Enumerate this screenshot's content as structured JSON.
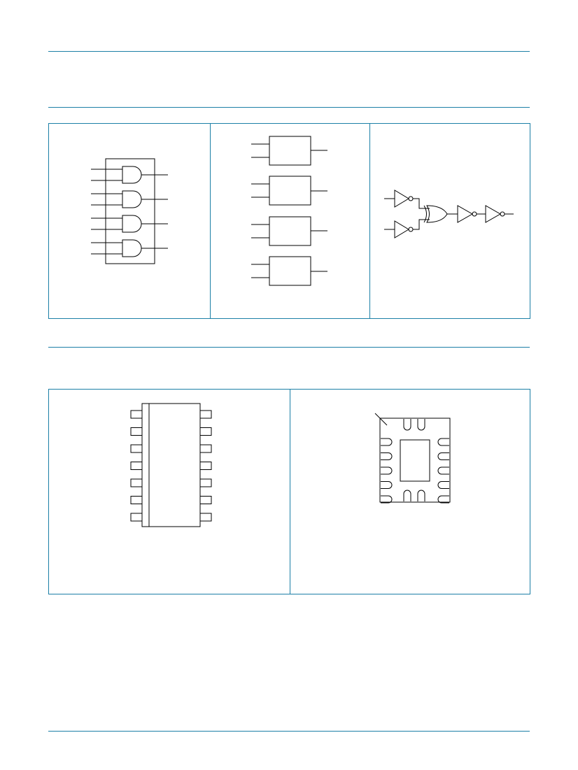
{
  "page": {
    "colors": {
      "rule": "#1b7fa6",
      "line": "#000000",
      "background": "#ffffff"
    }
  },
  "figures": {
    "logic_symbols": {
      "panels": [
        {
          "id": "logic-symbol",
          "icon": "quad-and-gate-symbol-icon",
          "gate_count": 4
        },
        {
          "id": "iec-logic-symbol",
          "icon": "iec-block-symbol-icon",
          "gate_count": 4
        },
        {
          "id": "logic-diagram",
          "icon": "inverter-xor-chain-icon",
          "gate_count": 5
        }
      ]
    },
    "pin_configurations": {
      "panels": [
        {
          "id": "so14-pin-configuration",
          "icon": "so14-package-icon",
          "pins_per_side": 7
        },
        {
          "id": "dhvqfn14-pin-configuration",
          "icon": "dhvqfn14-package-icon",
          "pins_per_side": 5
        }
      ]
    }
  }
}
